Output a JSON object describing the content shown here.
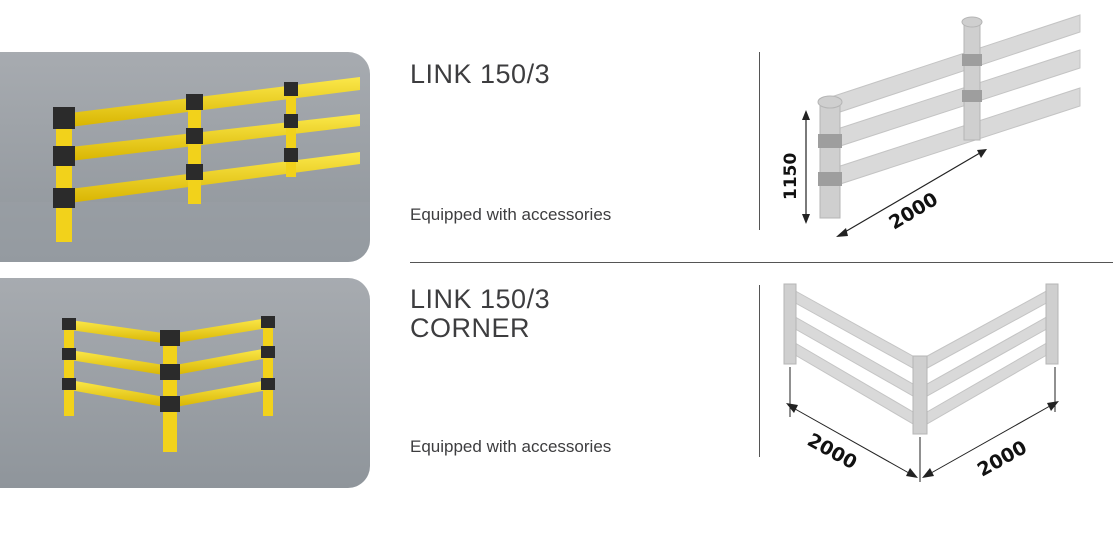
{
  "products": [
    {
      "title_lines": [
        "LINK  150/3"
      ],
      "note": "Equipped with accessories",
      "drawing": {
        "height_dim": "1150",
        "length_dim": "2000"
      }
    },
    {
      "title_lines": [
        "LINK  150/3",
        "CORNER"
      ],
      "note": "Equipped with accessories",
      "drawing": {
        "left_dim": "2000",
        "right_dim": "2000"
      }
    }
  ],
  "colors": {
    "rail_yellow": "#f2d21b",
    "sleeve_black": "#2b2b2b",
    "photo_bg": "#999ea3",
    "drawing_gray": "#d6d6d6"
  }
}
